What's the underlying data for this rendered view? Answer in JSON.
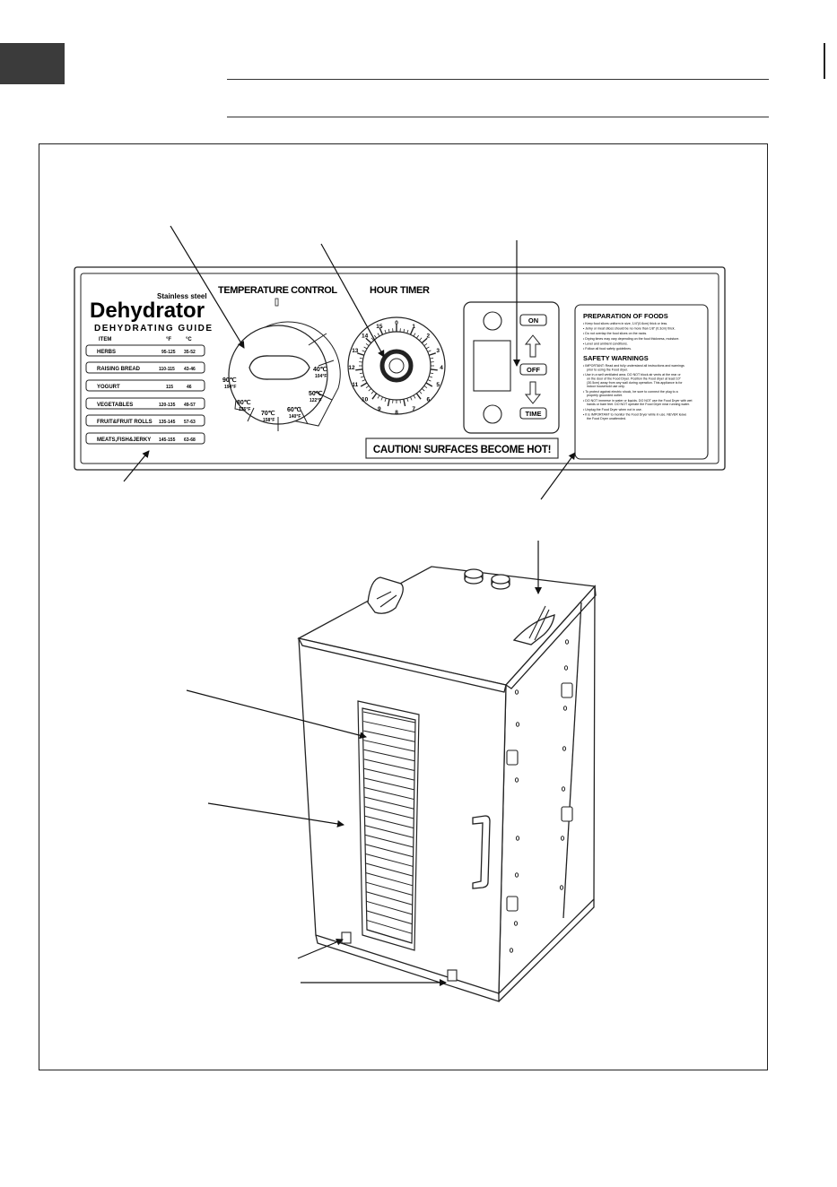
{
  "panel": {
    "brand_small": "Stainless steel",
    "brand": "Dehydrator",
    "guide_title": "DEHYDRATING GUIDE",
    "guide_headers": {
      "item": "ITEM",
      "f": "°F",
      "c": "°C"
    },
    "guide_rows": [
      {
        "item": "HERBS",
        "f": "95-125",
        "c": "35-52"
      },
      {
        "item": "RAISING BREAD",
        "f": "110-115",
        "c": "43-46"
      },
      {
        "item": "YOGURT",
        "f": "115",
        "c": "46"
      },
      {
        "item": "VEGETABLES",
        "f": "120-135",
        "c": "49-57"
      },
      {
        "item": "FRUIT&FRUIT ROLLS",
        "f": "135-145",
        "c": "57-63"
      },
      {
        "item": "MEATS,FISH&JERKY",
        "f": "145-155",
        "c": "63-68"
      }
    ],
    "temp_title": "TEMPERATURE CONTROL",
    "temp_marks": [
      {
        "c": "40℃",
        "f": "104°F"
      },
      {
        "c": "50℃",
        "f": "122°F"
      },
      {
        "c": "60℃",
        "f": "140°F"
      },
      {
        "c": "70℃",
        "f": "158°F"
      },
      {
        "c": "80℃",
        "f": "176°F"
      },
      {
        "c": "90℃",
        "f": "194°F"
      }
    ],
    "timer_title": "HOUR TIMER",
    "timer_numbers": [
      "0",
      "1",
      "2",
      "3",
      "4",
      "5",
      "6",
      "7",
      "8",
      "9",
      "10",
      "11",
      "12",
      "13",
      "14",
      "15"
    ],
    "switch": {
      "on": "ON",
      "off": "OFF",
      "time": "TIME"
    },
    "caution": "CAUTION! SURFACES BECOME HOT!",
    "prep_title": "PREPARATION OF FOODS",
    "prep_items": [
      "Keep food slices uniform in size, 1/4\"(0.6cm) thick or less.",
      "Jerky or meat slices should be no more than 1/8\" (0.3cm) thick.",
      "Do not overlap the food slices on the racks.",
      "Drying times may vary depending on the food thickness, moisture.",
      "Level and ambient conditions.",
      "Follow all food safety guidelines."
    ],
    "safety_title": "SAFETY WARNINGS",
    "safety_items": [
      "IMPORTANT: Read and fully understand all instructions and warnings prior to using the Food dryer.",
      "Use in a well ventilated area. DO NOT block air vents at the rear or on the door of the Food Dryer. Position the Food dryer at least 10\" (30.5cm) away from any wall during operation. This appliance is for indoor household use only.",
      "To protect against electric shock, be sure to connect the plug to a properly grounded outlet.",
      "DO NOT immerse in water or liquids. DO NOT use the Food Dryer with wet hands or bare feet. DO NOT operate the Food Dryer near running water.",
      "Unplug the Food Dryer when not in use.",
      "It is IMPORTANT to monitor the Food Dryer while in use. NEVER leave the Food Dryer unattended."
    ]
  }
}
